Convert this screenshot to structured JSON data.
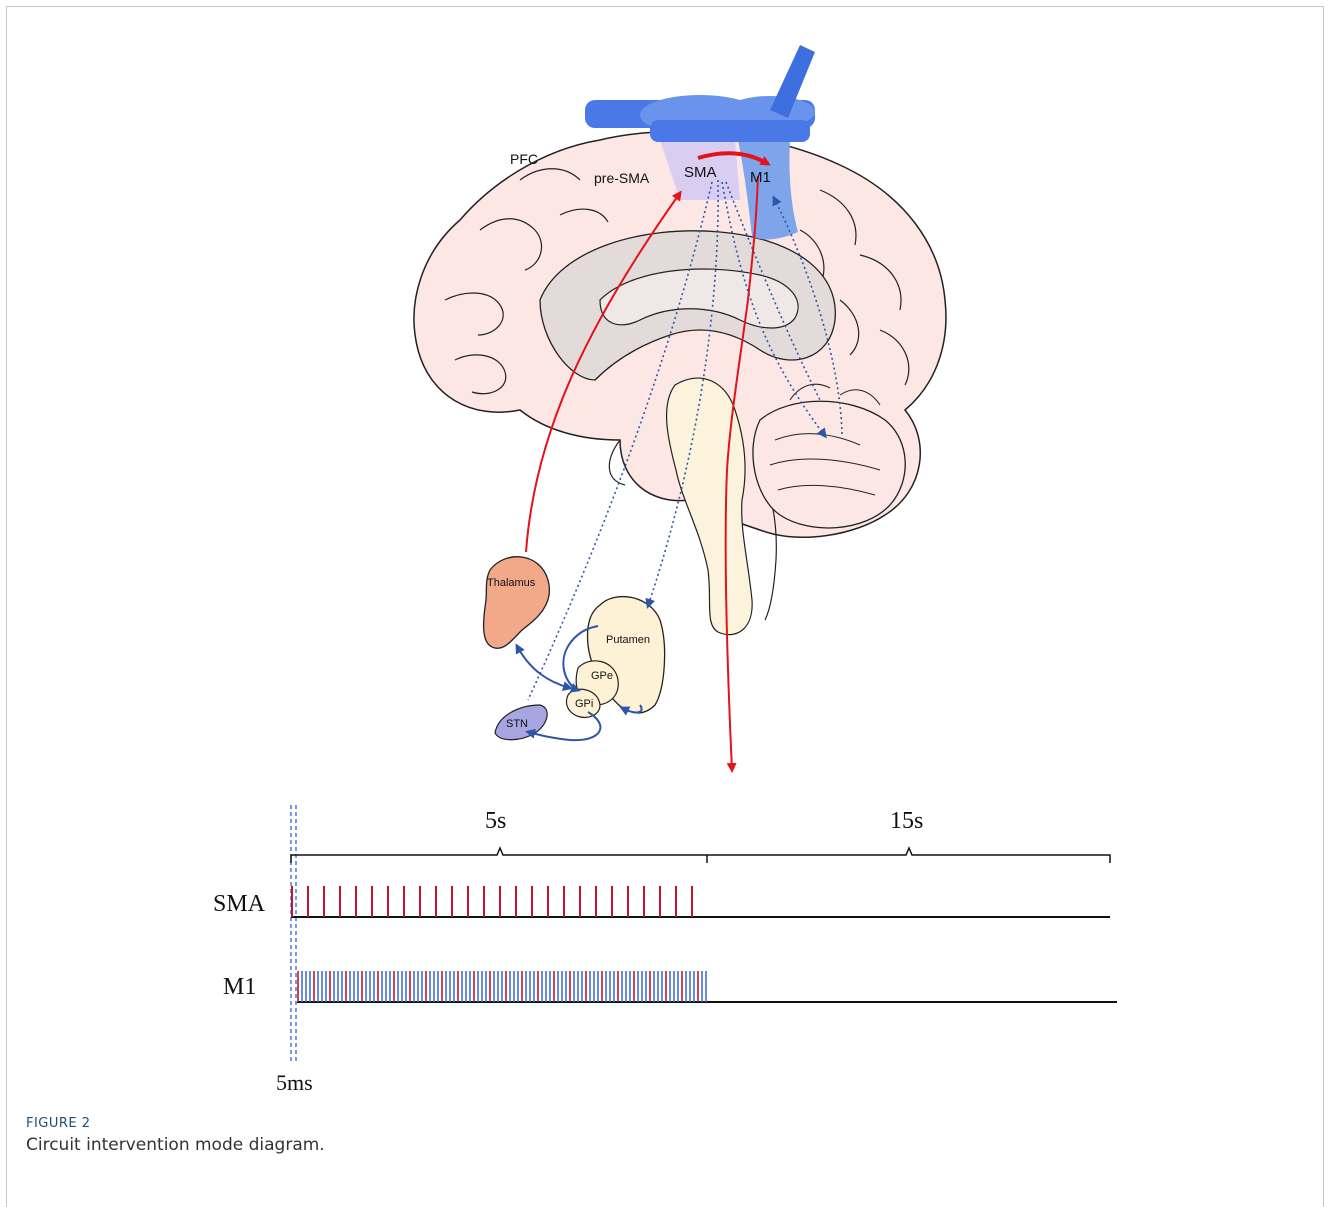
{
  "figure": {
    "label": "FIGURE 2",
    "caption": "Circuit intervention mode diagram."
  },
  "brain": {
    "regions": {
      "pfc": "PFC",
      "pre_sma": "pre-SMA",
      "sma": "SMA",
      "m1": "M1"
    },
    "subcortical": {
      "thalamus": "Thalamus",
      "putamen": "Putamen",
      "gpe": "GPe",
      "gpi": "GPi",
      "stn": "STN"
    }
  },
  "timeline": {
    "interval_short": "5s",
    "interval_long": "15s",
    "row_sma": "SMA",
    "row_m1": "M1",
    "delay": "5ms"
  },
  "colors": {
    "coil_blue": "#4a78e6",
    "pulse_red": "#c0182a",
    "pulse_blue": "#3f6fd6",
    "arrow_red": "#e3121b",
    "arrow_blue": "#2e55a8",
    "brain_pink": "#fde7e5",
    "thalamus": "#f2a98a",
    "stn": "#a7a6e0",
    "basal_ganglia": "#fdf2d6"
  }
}
